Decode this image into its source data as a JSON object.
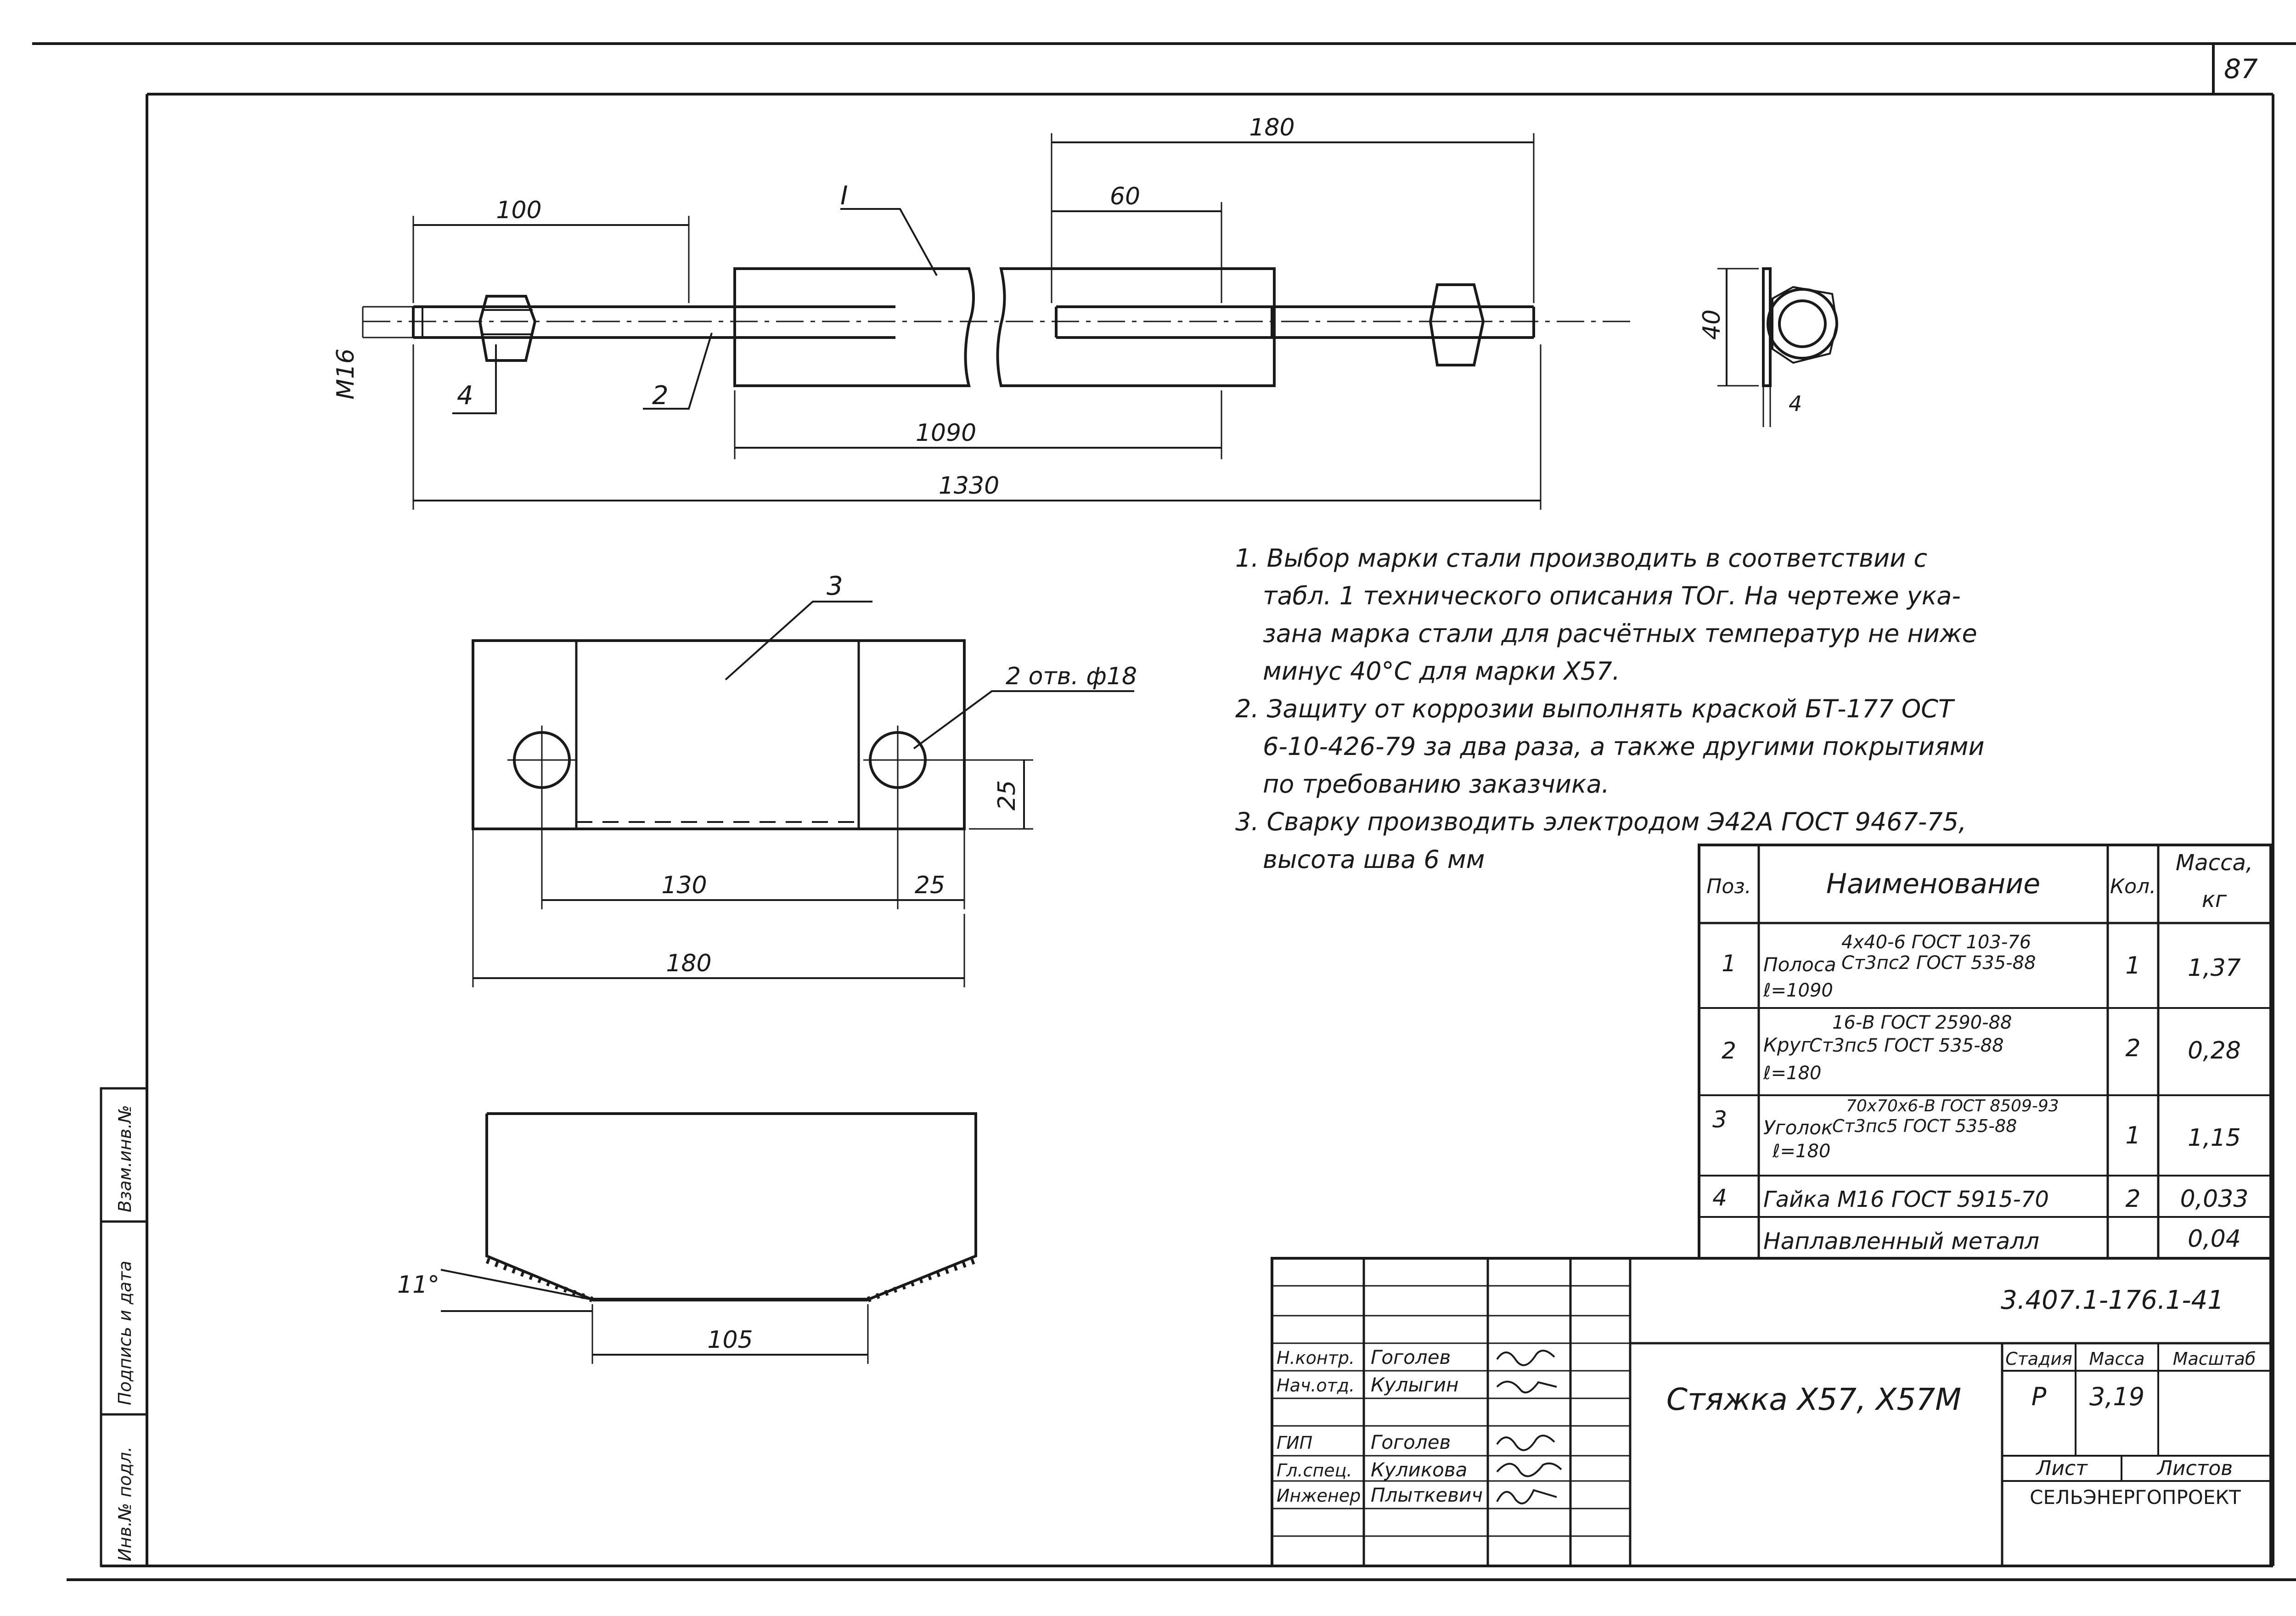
{
  "page_number": "87",
  "dims": {
    "d180_top": "180",
    "d100": "100",
    "d60": "60",
    "d1090": "1090",
    "d1330": "1330",
    "m16": "M16",
    "d40": "40",
    "d4": "4",
    "d130": "130",
    "d25_a": "25",
    "d25_b": "25",
    "d180_plate": "180",
    "holes": "2 отв. ф18",
    "d105": "105",
    "angle": "11°"
  },
  "callouts": {
    "c1": "I",
    "c2": "2",
    "c3": "3",
    "c4": "4"
  },
  "notes": [
    "1. Выбор марки стали производить в соответствии с",
    "табл. 1 технического описания ТОг. На чертеже ука-",
    "зана марка стали для расчётных температур не ниже",
    "минус 40°С для марки Х57.",
    "2. Защиту от коррозии выполнять краской БТ-177 ОСТ",
    "6-10-426-79 за два раза, а также другими покрытиями",
    "по требованию заказчика.",
    "3. Сварку производить электродом Э42А ГОСТ 9467-75,",
    "высота шва 6 мм"
  ],
  "spec": {
    "headers": {
      "pos": "Поз.",
      "name": "Наименование",
      "qty": "Кол.",
      "mass": "Масса,",
      "unit": "кг"
    },
    "rows": [
      {
        "pos": "1",
        "name_a": "Полоса",
        "name_b": "4x40-6 ГОСТ 103-76",
        "name_c": "Ст3пс2 ГОСТ 535-88",
        "name_d": "ℓ=1090",
        "qty": "1",
        "mass": "1,37"
      },
      {
        "pos": "2",
        "name_a": "Круг",
        "name_b": "16-В ГОСТ 2590-88",
        "name_c": "Ст3пс5 ГОСТ 535-88",
        "name_d": "ℓ=180",
        "qty": "2",
        "mass": "0,28"
      },
      {
        "pos": "3",
        "name_a": "Уголок",
        "name_b": "70x70x6-В ГОСТ 8509-93",
        "name_c": "Ст3пс5 ГОСТ 535-88",
        "name_d": "ℓ=180",
        "qty": "1",
        "mass": "1,15"
      },
      {
        "pos": "4",
        "name_a": "Гайка М16 ГОСТ 5915-70",
        "name_b": "",
        "name_c": "",
        "name_d": "",
        "qty": "2",
        "mass": "0,033"
      },
      {
        "pos": "",
        "name_a": "Наплавленный металл",
        "name_b": "",
        "name_c": "",
        "name_d": "",
        "qty": "",
        "mass": "0,04"
      }
    ]
  },
  "stamp": {
    "doc_code": "3.407.1-176.1-41",
    "title": "Стяжка Х57, Х57М",
    "stage_label": "Стадия",
    "mass_label": "Масса",
    "scale_label": "Масштаб",
    "stage": "Р",
    "mass": "3,19",
    "sheet_label": "Лист",
    "sheets_label": "Листов",
    "org": "СЕЛЬЭНЕРГОПРОЕКТ",
    "roles": [
      "Н.контр.",
      "Нач.отд.",
      "ГИП",
      "Гл.спец.",
      "Инженер"
    ],
    "names": [
      "Гоголев",
      "Кулыгин",
      "Гоголев",
      "Куликова",
      "Плыткевич"
    ]
  },
  "side_stamp": [
    "Инв.№ подл.",
    "Подпись и дата",
    "Взам.инв.№"
  ]
}
